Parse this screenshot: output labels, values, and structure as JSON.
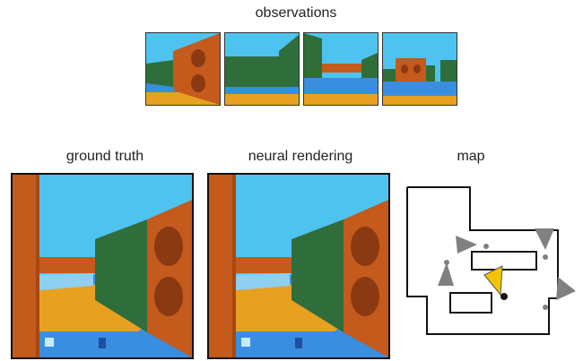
{
  "labels": {
    "observations": "observations",
    "ground_truth": "ground truth",
    "neural_rendering": "neural rendering",
    "map": "map"
  },
  "colors": {
    "sky": "#4fc3ef",
    "wall_orange": "#c45a1c",
    "wall_green": "#2f6e3a",
    "floor_orange": "#e8a020",
    "floor_blue": "#3a8ee0",
    "agent_yellow": "#f5c400",
    "observer_gray": "#808080"
  },
  "observations_count": 4
}
